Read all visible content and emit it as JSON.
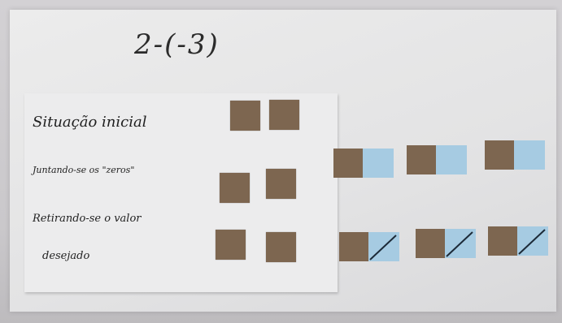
{
  "expression": "2-(-3)",
  "rows": {
    "initial": "Situação inicial",
    "adding": "Juntando-se os \"zeros\"",
    "removing_line1": "Retirando-se o valor",
    "removing_line2": "desejado"
  },
  "colors": {
    "brown_tile": "#7d6650",
    "blue_tile": "#a6cbe2",
    "paper": "#e6e6e7"
  }
}
